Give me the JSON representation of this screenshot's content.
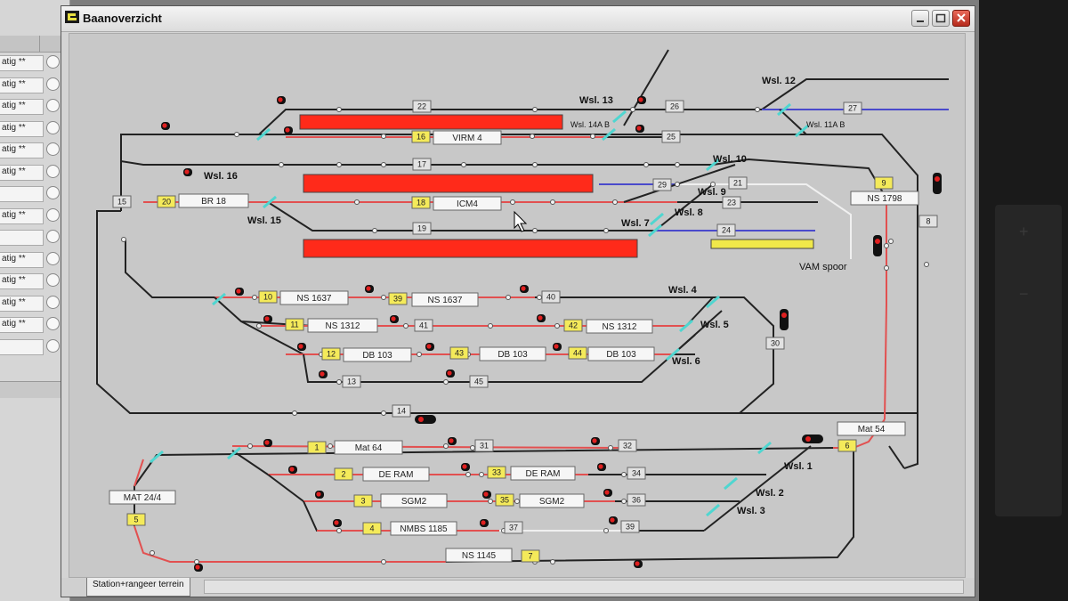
{
  "window": {
    "title": "Baanoverzicht"
  },
  "tab": {
    "label": "Station+rangeer terrein"
  },
  "background_app": {
    "rows": [
      "atig **",
      "atig **",
      "atig **",
      "atig **",
      "atig **",
      "atig **",
      "",
      "atig **",
      "",
      "atig **",
      "atig **",
      "atig **",
      "atig **",
      ""
    ]
  },
  "colors": {
    "occupied": "#ff2a1a",
    "reserved": "#f0e84a",
    "track": "#222222",
    "route_red": "#e25050",
    "route_blue": "#4a4acc",
    "track_white": "#f0f0f0",
    "switch_cyan": "#4fd6d0",
    "label_yellow": "#f4ea5a"
  },
  "switch_labels": [
    "Wsl. 13",
    "Wsl. 12",
    "Wsl. 16",
    "Wsl. 15",
    "Wsl. 10",
    "Wsl. 9",
    "Wsl. 8",
    "Wsl. 7",
    "Wsl. 4",
    "Wsl. 5",
    "Wsl. 6",
    "Wsl. 1",
    "Wsl. 2",
    "Wsl. 3"
  ],
  "annotations": {
    "wsl14": "Wsl. 14A B",
    "wsl11": "Wsl. 11A B",
    "vam": "VAM spoor"
  },
  "track_numbers": [
    "22",
    "26",
    "27",
    "25",
    "17",
    "29",
    "21",
    "23",
    "19",
    "24",
    "15",
    "9",
    "8",
    "40",
    "41",
    "30",
    "13",
    "45",
    "14",
    "31",
    "32",
    "34",
    "36",
    "37",
    "39",
    "5",
    "7"
  ],
  "block_numbers": [
    "16",
    "20",
    "18",
    "10",
    "39",
    "11",
    "42",
    "12",
    "43",
    "44",
    "1",
    "2",
    "33",
    "3",
    "35",
    "4",
    "6"
  ],
  "trains": [
    "VIRM 4",
    "BR 18",
    "ICM4",
    "NS 1637",
    "NS 1637",
    "NS 1312",
    "NS 1312",
    "DB 103",
    "DB 103",
    "DB 103",
    "NS 1798",
    "Mat 64",
    "DE RAM",
    "DE RAM",
    "SGM2",
    "SGM2",
    "NMBS 1185",
    "MAT 24/4",
    "Mat 54",
    "NS 1145"
  ]
}
